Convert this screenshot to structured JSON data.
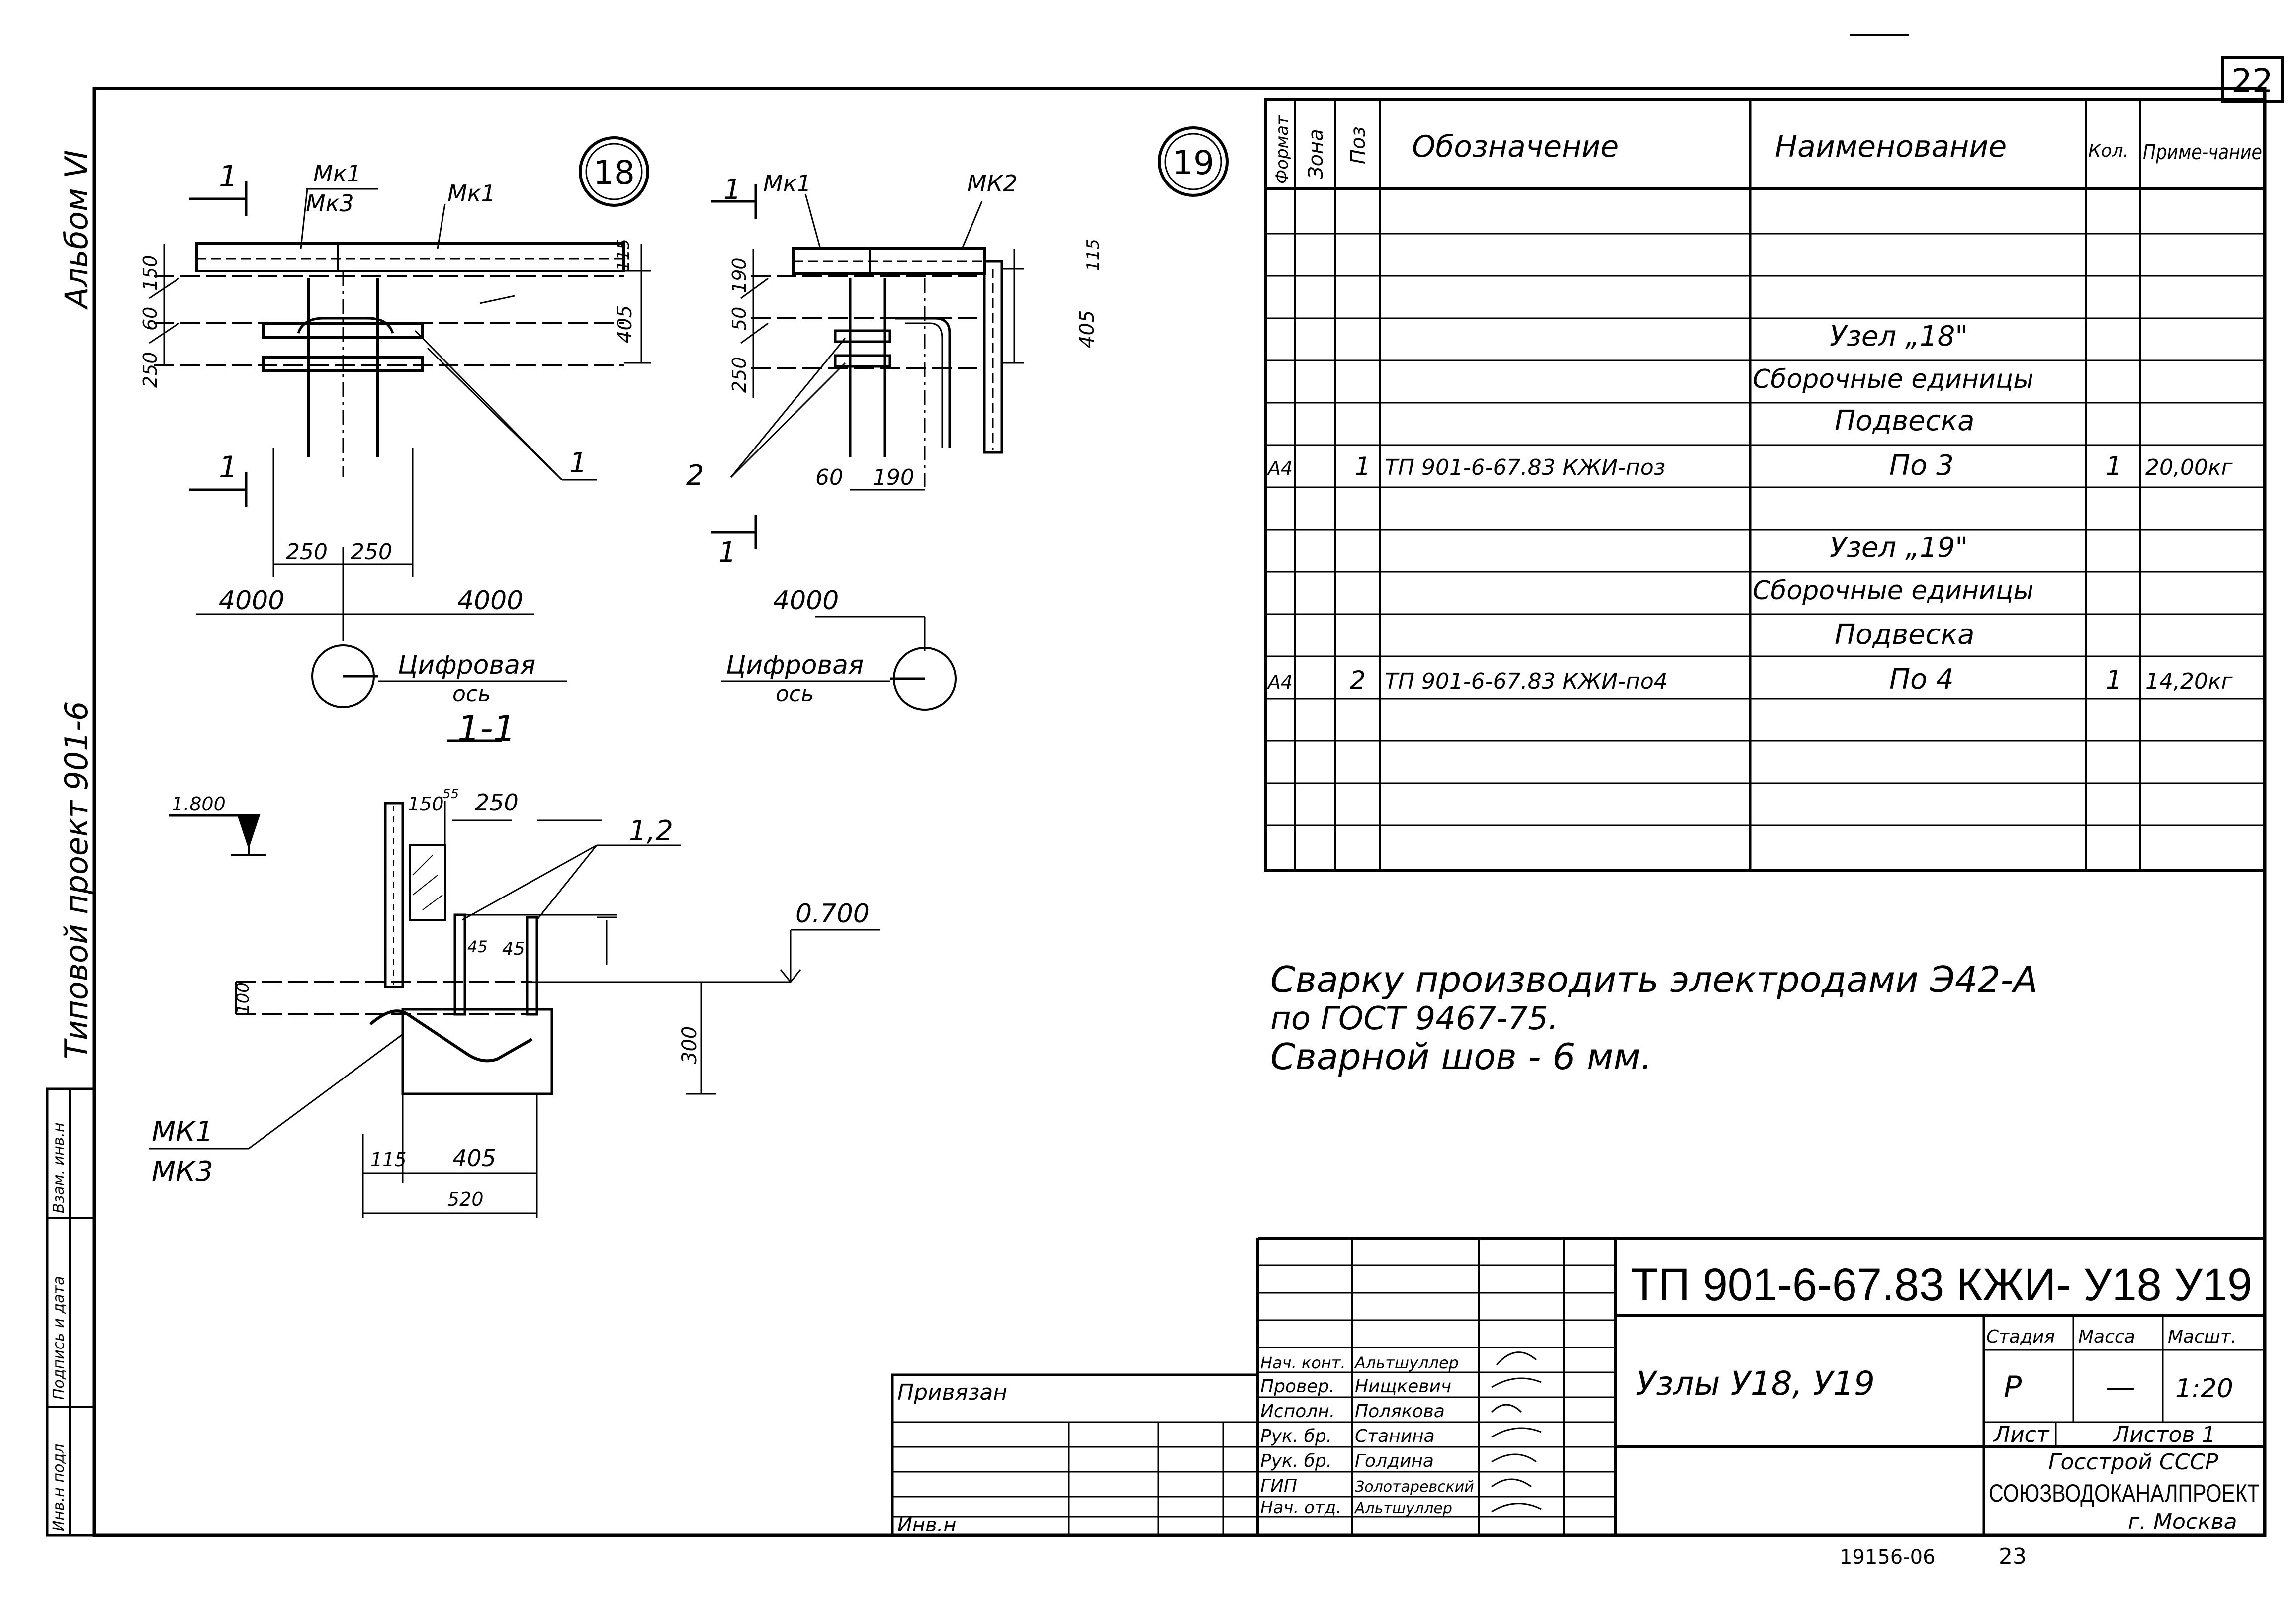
{
  "sheet": {
    "page_number": "22",
    "album": "Альбом Ⅵ",
    "project": "Типовой проект 901-6",
    "bottom_code": "19156-06",
    "bottom_num": "23"
  },
  "left_strip": {
    "cells": [
      "Инв.н подл",
      "Подпись и дата",
      "Взам. инв.н"
    ]
  },
  "drawing": {
    "node18": {
      "circle": "18",
      "section_mark": "1",
      "mk1_mk3_top": "Мк1",
      "mk1_mk3_bottom": "Мк3",
      "mk1": "Мк1",
      "dim_115": "115",
      "dim_405": "405",
      "dim_150": "150",
      "dim_60": "60",
      "dim_250v": "250",
      "dim_250a": "250",
      "dim_250b": "250",
      "dim_4000a": "4000",
      "dim_4000b": "4000",
      "pos_label": "1",
      "axis_label_1": "Цифровая",
      "axis_label_2": "ось"
    },
    "node19": {
      "circle": "19",
      "section_mark": "1",
      "mk1": "Мк1",
      "mk2": "МК2",
      "dim_115": "115",
      "dim_405": "405",
      "dim_190": "190",
      "dim_50": "50",
      "dim_250v": "250",
      "dim_60": "60",
      "dim_190h": "190",
      "dim_4000": "4000",
      "pos_label": "2",
      "axis_label_1": "Цифровая",
      "axis_label_2": "ось"
    },
    "section": {
      "title": "1-1",
      "level_1800": "1.800",
      "level_0700": "0.700",
      "dim_150": "150",
      "dim_55": "55",
      "dim_250": "250",
      "pos_12": "1,2",
      "dim_45a": "45",
      "dim_45b": "45",
      "dim_100": "100",
      "dim_300": "300",
      "dim_115": "115",
      "dim_405": "405",
      "dim_520": "520",
      "mk1": "МК1",
      "mk3": "МК3"
    }
  },
  "spec_table": {
    "headers": [
      "Формат",
      "Зона",
      "Поз",
      "Обозначение",
      "Наименование",
      "Кол.",
      "Приме-чание"
    ],
    "rows": [
      {
        "fmt": "",
        "zone": "",
        "pos": "",
        "code": "",
        "name": "Узел „18\"",
        "qty": "",
        "note": ""
      },
      {
        "fmt": "",
        "zone": "",
        "pos": "",
        "code": "",
        "name": "Сборочные единицы",
        "qty": "",
        "note": ""
      },
      {
        "fmt": "",
        "zone": "",
        "pos": "",
        "code": "",
        "name": "Подвеска",
        "qty": "",
        "note": ""
      },
      {
        "fmt": "А4",
        "zone": "",
        "pos": "1",
        "code": "ТП 901-6-67.83 КЖИ-поз",
        "name": "По 3",
        "qty": "1",
        "note": "20,00кг"
      },
      {
        "fmt": "",
        "zone": "",
        "pos": "",
        "code": "",
        "name": "",
        "qty": "",
        "note": ""
      },
      {
        "fmt": "",
        "zone": "",
        "pos": "",
        "code": "",
        "name": "Узел „19\"",
        "qty": "",
        "note": ""
      },
      {
        "fmt": "",
        "zone": "",
        "pos": "",
        "code": "",
        "name": "Сборочные единицы",
        "qty": "",
        "note": ""
      },
      {
        "fmt": "",
        "zone": "",
        "pos": "",
        "code": "",
        "name": "Подвеска",
        "qty": "",
        "note": ""
      },
      {
        "fmt": "А4",
        "zone": "",
        "pos": "2",
        "code": "ТП 901-6-67.83 КЖИ-по4",
        "name": "По 4",
        "qty": "1",
        "note": "14,20кг"
      }
    ]
  },
  "notes": {
    "line1": "Сварку производить электродами Э42-А",
    "line2": "по ГОСТ 9467-75.",
    "line3": "Сварной шов - 6 мм."
  },
  "title_block": {
    "code": "ТП 901-6-67.83 КЖИ- У18 У19",
    "name": "Узлы У18, У19",
    "stage_header": "Стадия",
    "mass_header": "Масса",
    "scale_header": "Масшт.",
    "stage": "Р",
    "mass": "—",
    "scale": "1:20",
    "sheet_label": "Лист",
    "sheets_label": "Листов 1",
    "org1": "Госстрой СССР",
    "org2": "СОЮЗВОДОКАНАЛПРОЕКТ",
    "org3": "г. Москва",
    "bound": "Привязан",
    "inv": "Инв.н",
    "roles": [
      {
        "role": "Нач. конт.",
        "name": "Альтшуллер"
      },
      {
        "role": "Провер.",
        "name": "Нищкевич"
      },
      {
        "role": "Исполн.",
        "name": "Полякова"
      },
      {
        "role": "Рук. бр.",
        "name": "Станина"
      },
      {
        "role": "Рук. бр.",
        "name": "Голдина"
      },
      {
        "role": "ГИП",
        "name": "Золотаревский"
      },
      {
        "role": "Нач. отд.",
        "name": "Альтшуллер"
      }
    ]
  }
}
